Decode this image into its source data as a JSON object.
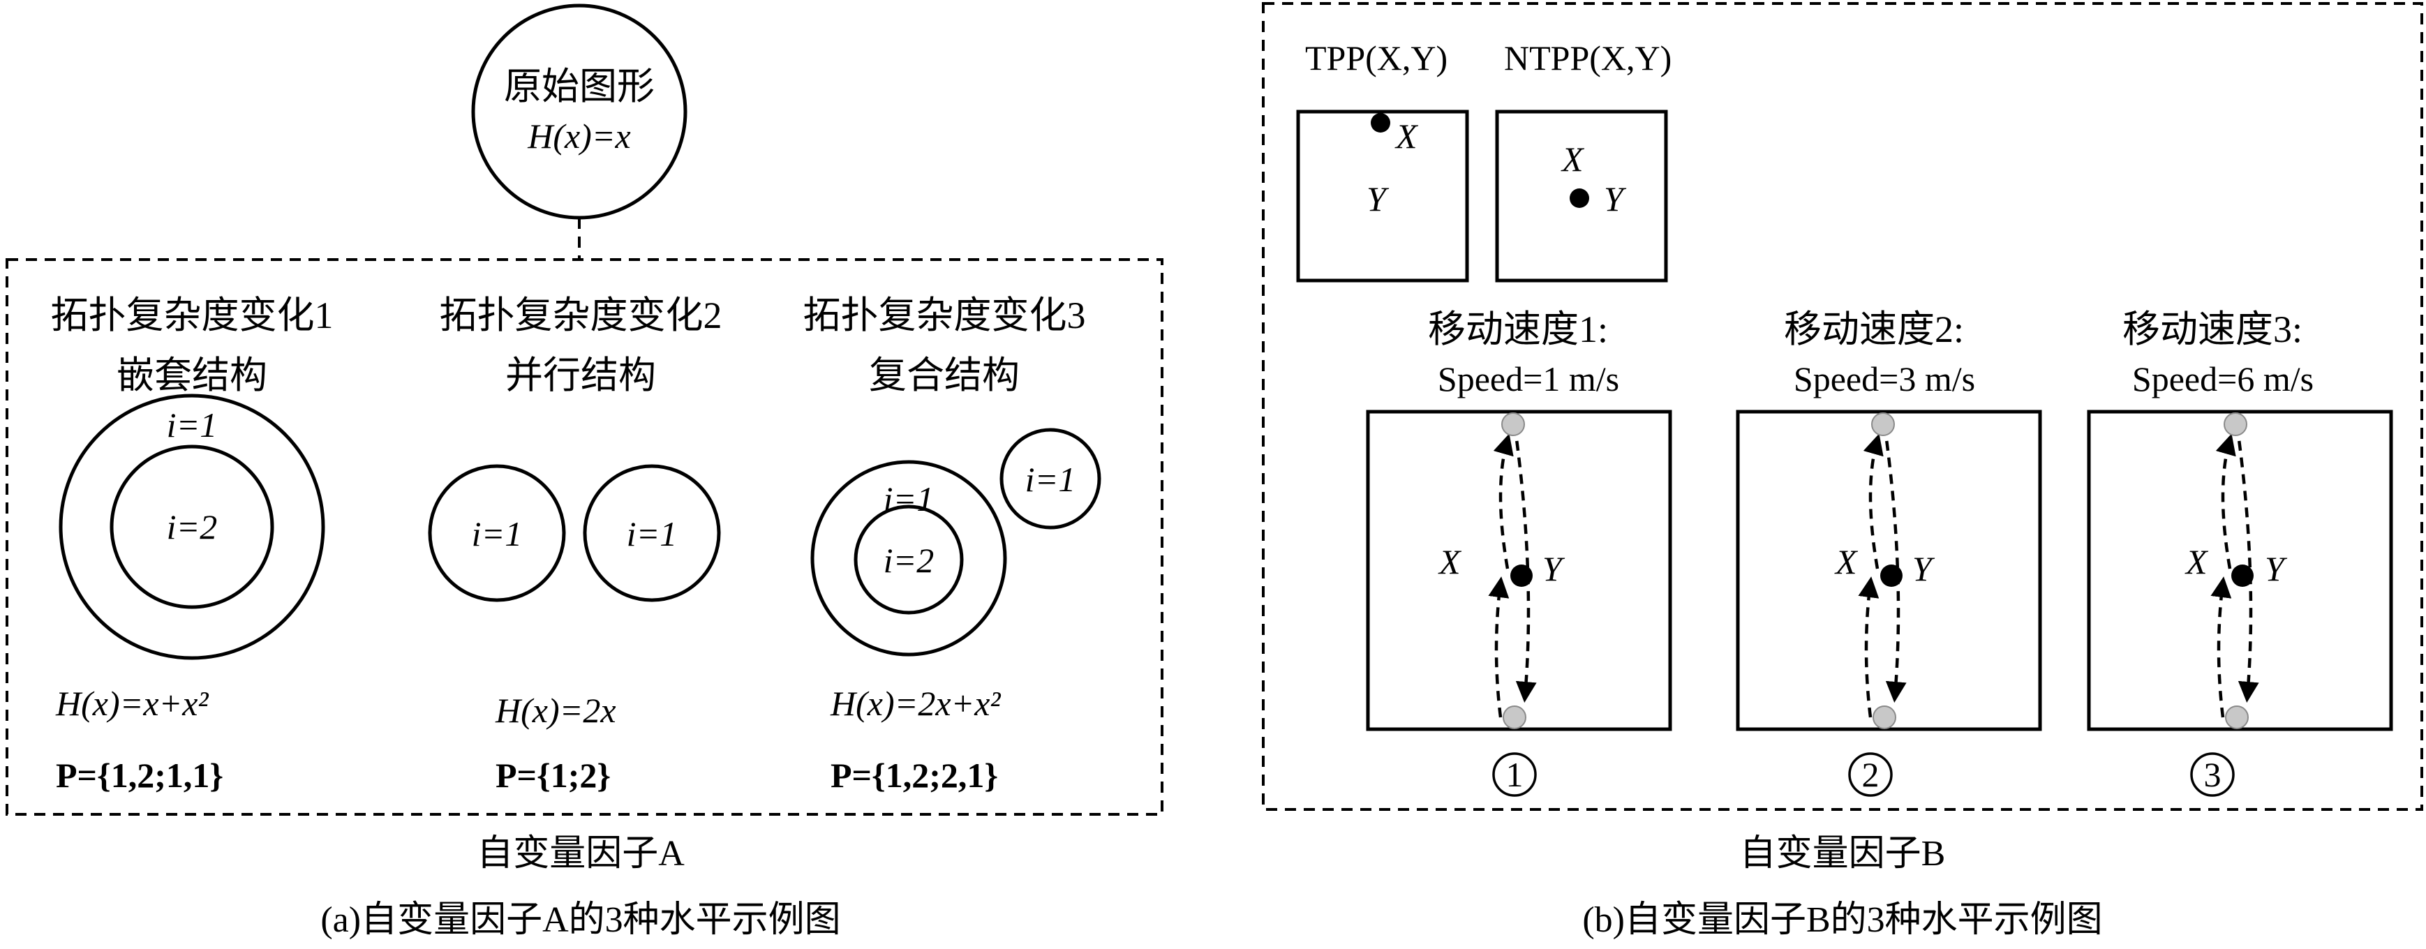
{
  "panel_a": {
    "root": {
      "title": "原始图形",
      "formula": "H(x)=x"
    },
    "levels": [
      {
        "title": "拓扑复杂度变化1",
        "subtitle": "嵌套结构",
        "circle_labels": [
          "i=1",
          "i=2"
        ],
        "formula": "H(x)=x+x²",
        "p": "P={1,2;1,1}"
      },
      {
        "title": "拓扑复杂度变化2",
        "subtitle": "并行结构",
        "circle_labels": [
          "i=1",
          "i=1"
        ],
        "formula": "H(x)=2x",
        "p": "P={1;2}"
      },
      {
        "title": "拓扑复杂度变化3",
        "subtitle": "复合结构",
        "circle_labels": [
          "i=1",
          "i=2",
          "i=1"
        ],
        "formula": "H(x)=2x+x²",
        "p": "P={1,2;2,1}"
      }
    ],
    "factor_label": "自变量因子A",
    "caption": "(a)自变量因子A的3种水平示例图"
  },
  "panel_b": {
    "relations": [
      {
        "title": "TPP(X,Y)",
        "labels": [
          "X",
          "Y"
        ]
      },
      {
        "title": "NTPP(X,Y)",
        "labels": [
          "X",
          "Y"
        ]
      }
    ],
    "speeds": [
      {
        "title": "移动速度1:",
        "value": "Speed=1 m/s",
        "number": "1",
        "labels": [
          "X",
          "Y"
        ]
      },
      {
        "title": "移动速度2:",
        "value": "Speed=3 m/s",
        "number": "2",
        "labels": [
          "X",
          "Y"
        ]
      },
      {
        "title": "移动速度3:",
        "value": "Speed=6 m/s",
        "number": "3",
        "labels": [
          "X",
          "Y"
        ]
      }
    ],
    "factor_label": "自变量因子B",
    "caption": "(b)自变量因子B的3种水平示例图"
  },
  "colors": {
    "ink": "#000000",
    "endpoint_gray": "#c8c8c8"
  }
}
